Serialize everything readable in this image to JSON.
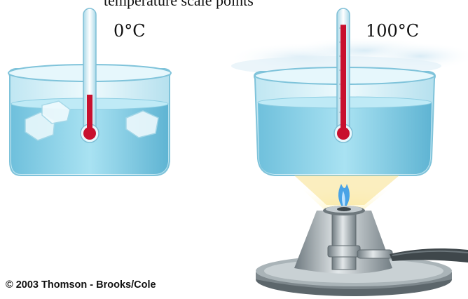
{
  "top_caption": "temperature scale points",
  "left_beaker": {
    "temperature_label": "0°C",
    "mercury_level": 0.32
  },
  "right_beaker": {
    "temperature_label": "100°C",
    "mercury_level": 0.92
  },
  "credit": "© 2003 Thomson - Brooks/Cole",
  "colors": {
    "water": "#8fd3ea",
    "glass": "#d8f1f8",
    "mercury": "#c8102e",
    "flame": "#f4d76b",
    "burner_metal": "#9aa3a8"
  }
}
